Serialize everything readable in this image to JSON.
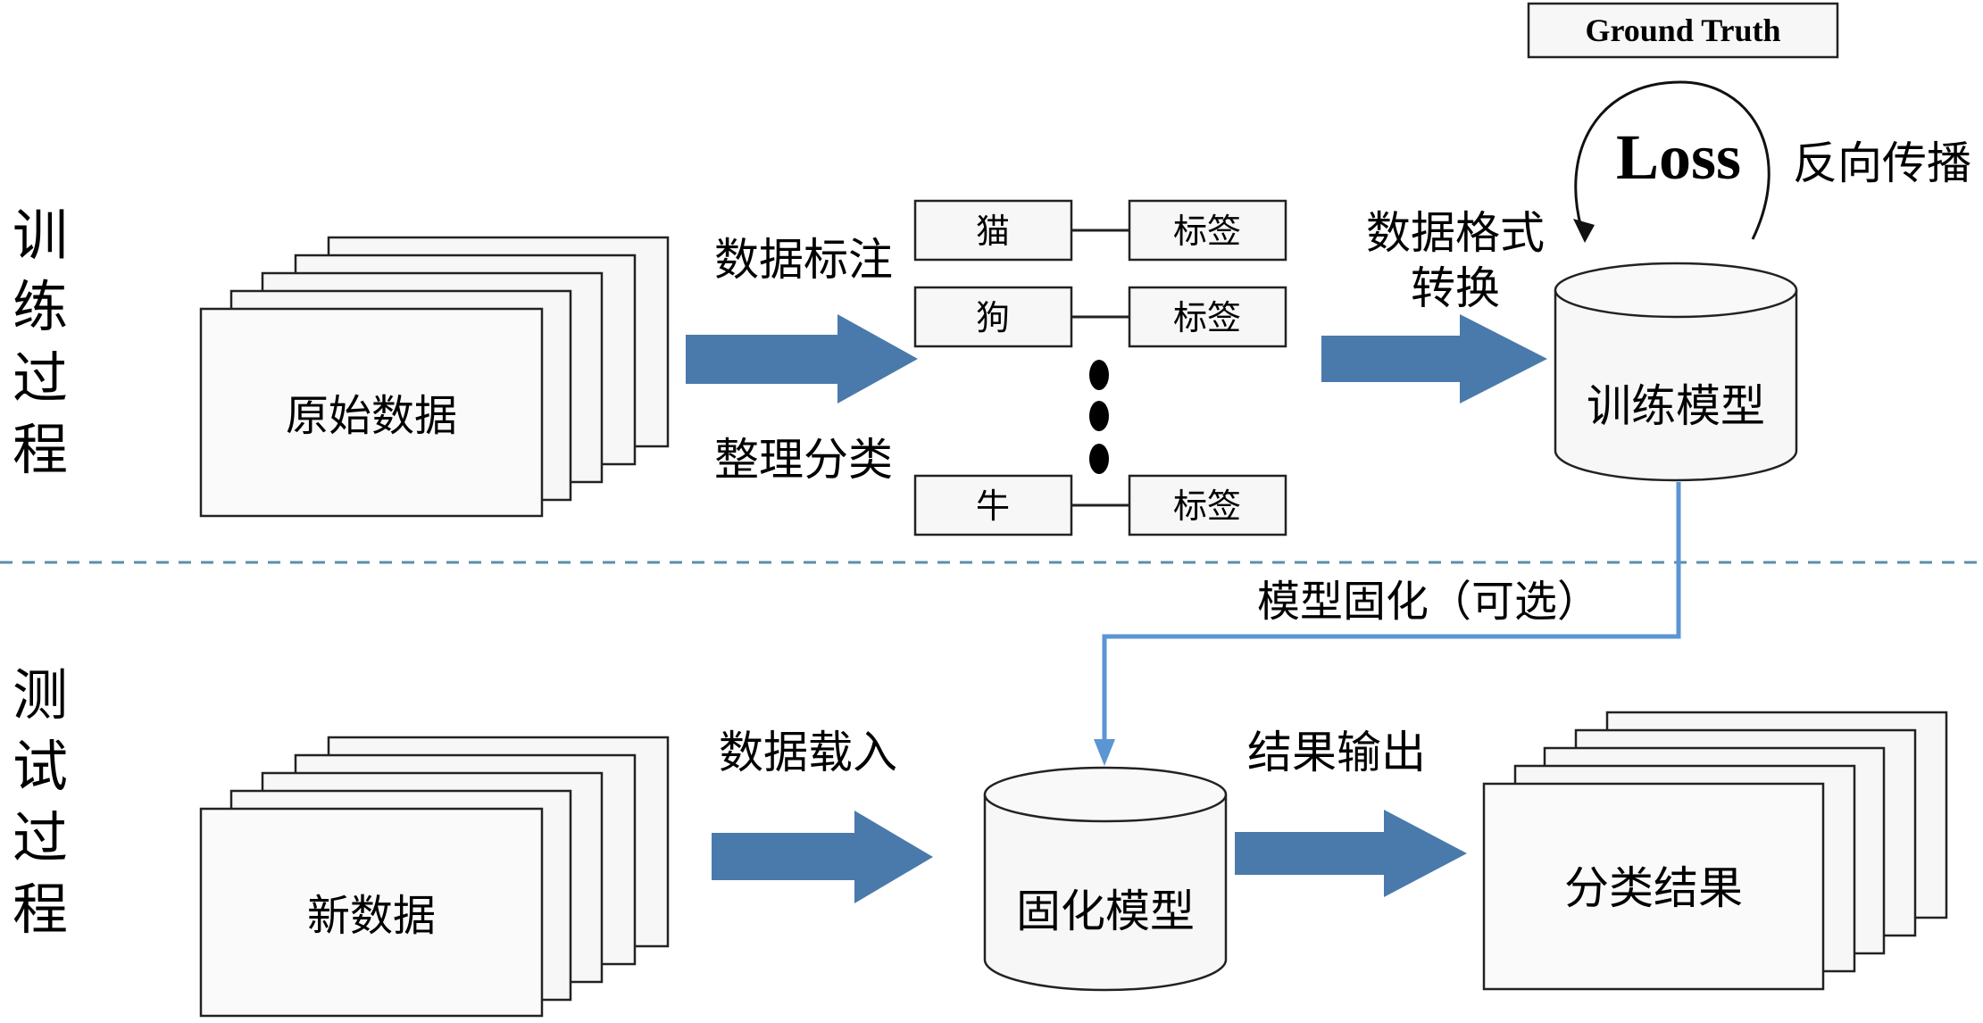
{
  "sections": {
    "training_label": "训练过程",
    "testing_label": "测试过程"
  },
  "training": {
    "raw_data": "原始数据",
    "annotate_label": "数据标注",
    "organize_label": "整理分类",
    "pairs": [
      {
        "item": "猫",
        "tag": "标签"
      },
      {
        "item": "狗",
        "tag": "标签"
      },
      {
        "item": "牛",
        "tag": "标签"
      }
    ],
    "format_label_line1": "数据格式",
    "format_label_line2": "转换",
    "model": "训练模型",
    "ground_truth": "Ground Truth",
    "loss": "Loss",
    "backprop": "反向传播"
  },
  "solidify": {
    "label": "模型固化（可选）"
  },
  "testing": {
    "new_data": "新数据",
    "load_label": "数据载入",
    "fixed_model": "固化模型",
    "output_label": "结果输出",
    "result": "分类结果"
  },
  "colors": {
    "arrow_blue": "#4a7aab",
    "line_blue": "#5b95d3",
    "divider": "#5b8fa8",
    "box_fill": "#f7f7f7",
    "stroke": "#222222"
  }
}
